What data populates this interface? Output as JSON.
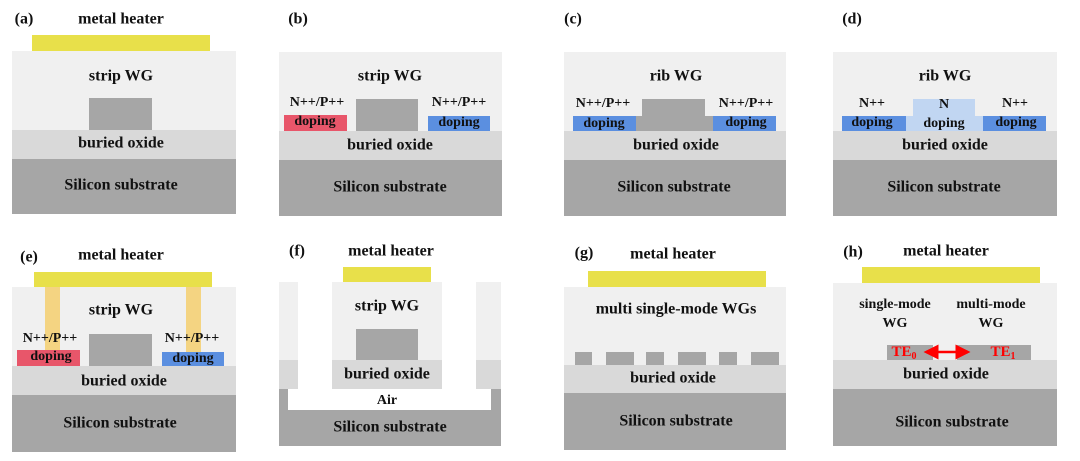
{
  "colors": {
    "cladding": "#f0f0f0",
    "buried_oxide": "#d9d9d9",
    "substrate": "#a6a6a6",
    "core": "#a6a6a6",
    "heater": "#e8e04a",
    "p_doping": "#e8566a",
    "n_doping": "#5b8fe0",
    "light_n_doping": "#c1d6f2",
    "mode_arrow": "#ff0000"
  },
  "common": {
    "metal_heater": "metal heater",
    "strip_wg": "strip WG",
    "rib_wg": "rib WG",
    "buried_oxide": "buried oxide",
    "substrate": "Silicon substrate",
    "npp": "N++/P++",
    "doping": "doping",
    "npp_only": "N++",
    "n": "N",
    "air": "Air",
    "multi_wgs": "multi single-mode WGs",
    "single_mode": "single-mode",
    "multi_mode": "multi-mode",
    "wg": "WG",
    "te0": "TE",
    "te0_sub": "0",
    "te1": "TE",
    "te1_sub": "1"
  },
  "panels": {
    "a": "(a)",
    "b": "(b)",
    "c": "(c)",
    "d": "(d)",
    "e": "(e)",
    "f": "(f)",
    "g": "(g)",
    "h": "(h)"
  }
}
